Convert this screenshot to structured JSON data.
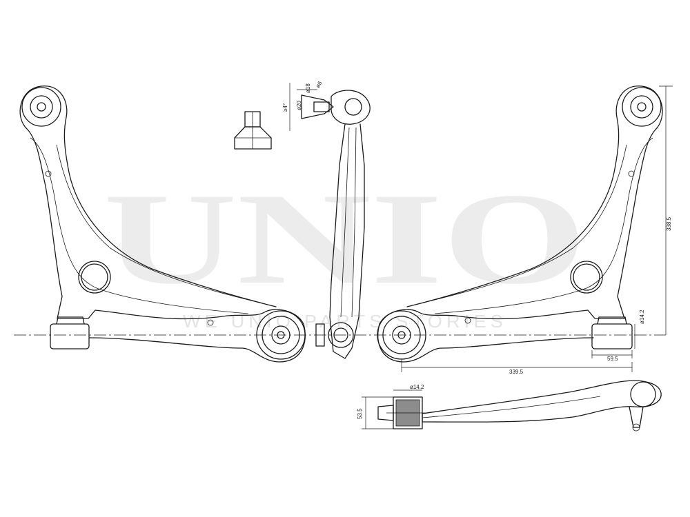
{
  "watermark": {
    "brand": "UNIO",
    "tagline": "WE UNIO PARTS STORIES"
  },
  "dimensions": {
    "ball_stud_small_diameter": "ø18",
    "ball_stud_thread": "ø6",
    "ball_stud_diameter": "ø20",
    "taper_angle": "≥4°",
    "height": "338.5",
    "bushing_diameter_right": "ø14.2",
    "bushing_length": "59.5",
    "span_length": "339.5",
    "bushing_diameter_bottom": "ø14.2",
    "bushing_height_bottom": "53.5"
  }
}
